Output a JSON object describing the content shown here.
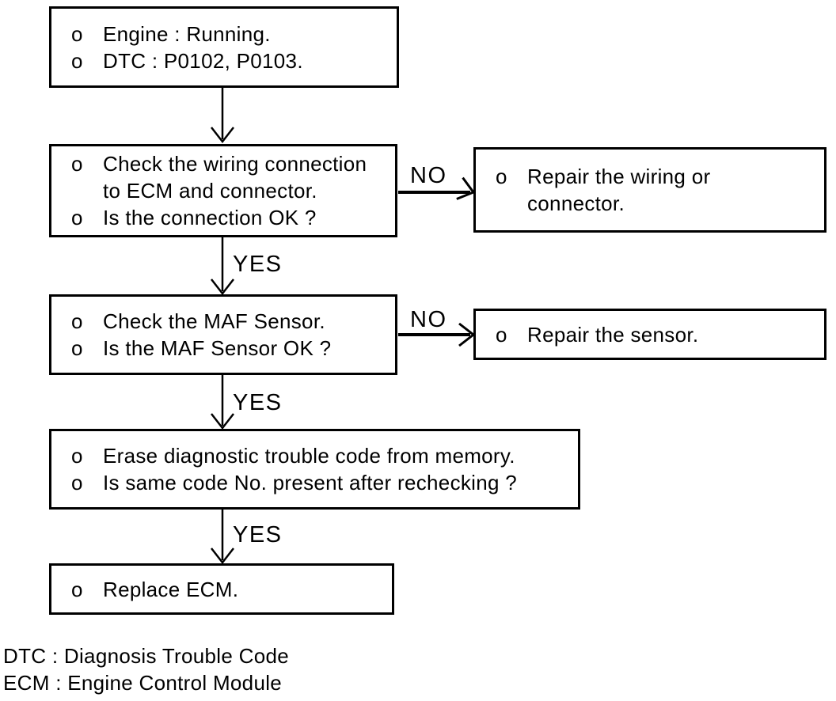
{
  "flowchart": {
    "bullet": "o",
    "boxes": {
      "start": {
        "items": [
          "Engine : Running.",
          "DTC : P0102, P0103."
        ]
      },
      "check_wiring": {
        "items": [
          "Check the wiring connection\nto ECM and connector.",
          "Is the connection OK ?"
        ]
      },
      "repair_wiring": {
        "items": [
          "Repair the wiring or\nconnector."
        ]
      },
      "check_maf": {
        "items": [
          "Check the MAF Sensor.",
          "Is the MAF Sensor OK ?"
        ]
      },
      "repair_sensor": {
        "items": [
          "Repair the sensor."
        ]
      },
      "erase_dtc": {
        "items": [
          "Erase diagnostic trouble code from memory.",
          "Is same code No. present after rechecking ?"
        ]
      },
      "replace_ecm": {
        "items": [
          "Replace ECM."
        ]
      }
    },
    "labels": {
      "yes": "YES",
      "no": "NO"
    },
    "footnotes": {
      "dtc": "DTC : Diagnosis Trouble Code",
      "ecm": "ECM : Engine Control Module"
    },
    "colors": {
      "ink": "#000000",
      "background": "#ffffff"
    }
  }
}
